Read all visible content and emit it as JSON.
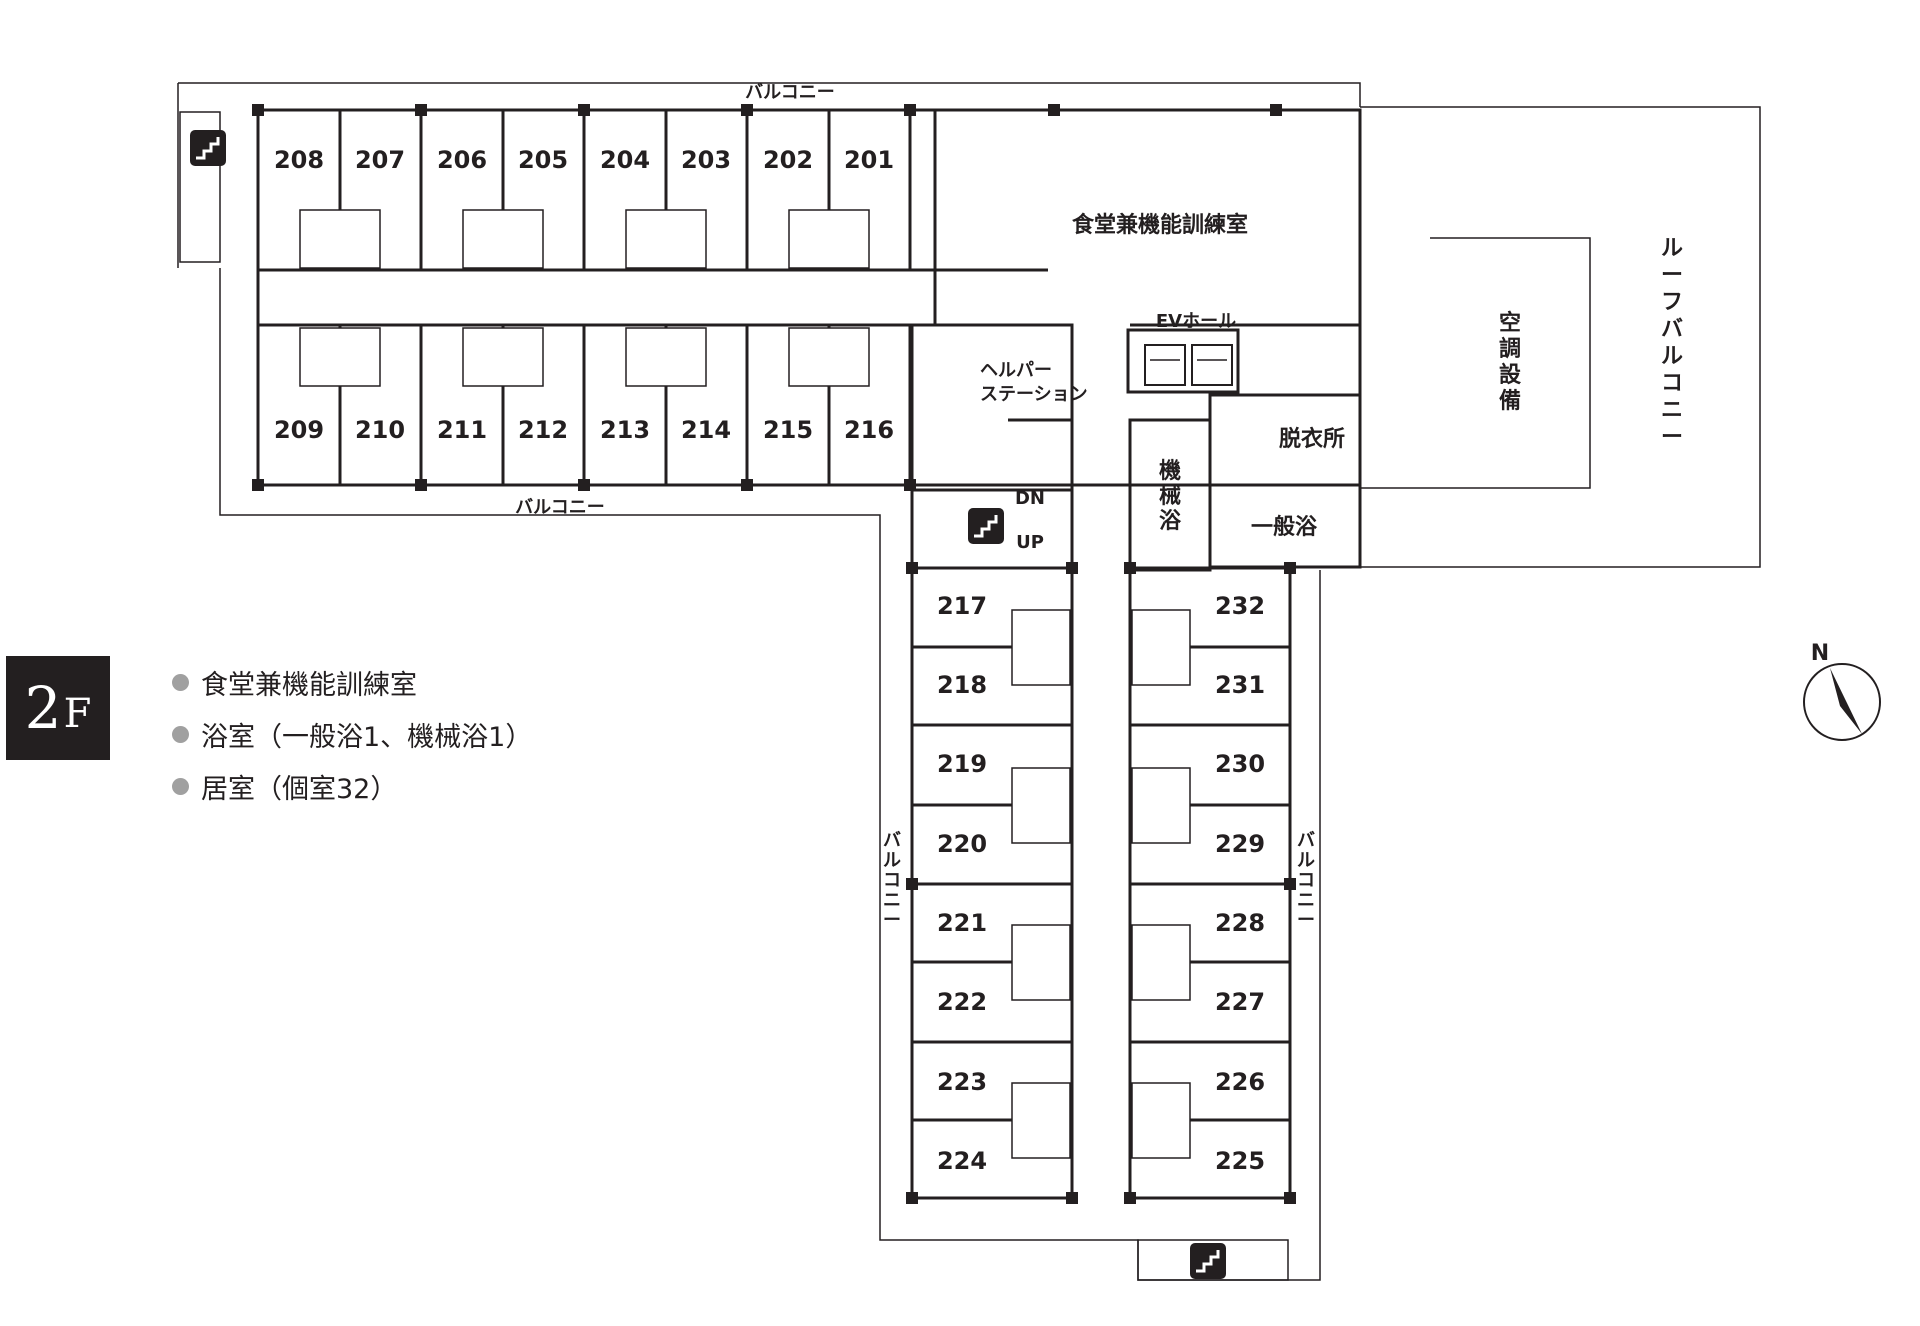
{
  "floor": {
    "number": "2",
    "unit": "F"
  },
  "legend": [
    {
      "text": "食堂兼機能訓練室"
    },
    {
      "text": "浴室（一般浴1、機械浴1）"
    },
    {
      "text": "居室（個室32）"
    }
  ],
  "rooms": {
    "north_top": [
      "208",
      "207",
      "206",
      "205",
      "204",
      "203",
      "202",
      "201"
    ],
    "north_bottom": [
      "209",
      "210",
      "211",
      "212",
      "213",
      "214",
      "215",
      "216"
    ],
    "wing_left": [
      "217",
      "218",
      "219",
      "220",
      "221",
      "222",
      "223",
      "224"
    ],
    "wing_right": [
      "232",
      "231",
      "230",
      "229",
      "228",
      "227",
      "226",
      "225"
    ]
  },
  "labels": {
    "balcony": "バルコニー",
    "dining": "食堂兼機能訓練室",
    "ev_hall": "EVホール",
    "helper_1": "ヘルパー",
    "helper_2": "ステーション",
    "changing": "脱衣所",
    "general_bath": "一般浴",
    "machine_bath": [
      "機",
      "械",
      "浴"
    ],
    "aircon": [
      "空",
      "調",
      "設",
      "備"
    ],
    "roof_balcony": [
      "ル",
      "ー",
      "フ",
      "バ",
      "ル",
      "コ",
      "ニ",
      "ー"
    ],
    "balcony_vertical": [
      "バ",
      "ル",
      "コ",
      "ニ",
      "ー"
    ],
    "stairs_dn": "DN",
    "stairs_up": "UP",
    "north": "N"
  }
}
